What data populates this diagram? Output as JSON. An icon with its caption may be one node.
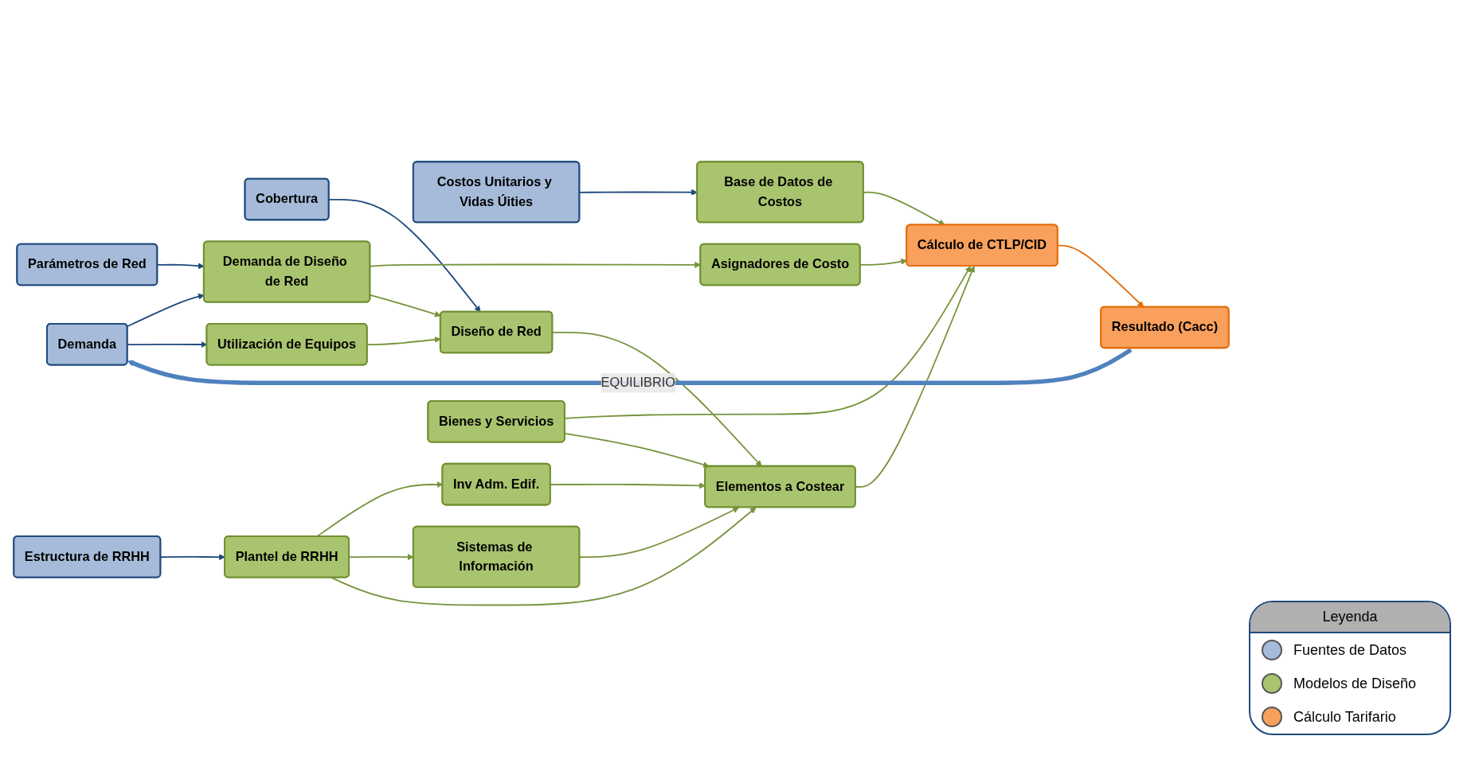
{
  "diagram": {
    "nodes": [
      {
        "text": [
          "Parámetros de Red"
        ]
      },
      {
        "text": [
          "Demanda"
        ]
      },
      {
        "text": [
          "Cobertura"
        ]
      },
      {
        "text": [
          "Estructura de RRHH"
        ]
      },
      {
        "text": [
          "Costos Unitarios y Vidas Úities"
        ]
      },
      {
        "text": [
          "Demanda de Diseño de Red"
        ]
      },
      {
        "text": [
          "Utilización de Equipos"
        ]
      },
      {
        "text": [
          "Plantel de RRHH"
        ]
      },
      {
        "text": [
          "Base de Datos de Costos"
        ]
      },
      {
        "text": [
          "Asignadores de Costo"
        ]
      },
      {
        "text": [
          "Diseño de Red"
        ]
      },
      {
        "text": [
          "Inv Adm. Edif."
        ]
      },
      {
        "text": [
          "Sistemas de Información"
        ]
      },
      {
        "text": [
          "Bienes y Servicios"
        ]
      },
      {
        "text": [
          "Cálculo de CTLP/CID"
        ]
      },
      {
        "text": [
          "Elementos a Costear"
        ]
      },
      {
        "text": [
          "Resultado (Cacc)"
        ]
      }
    ],
    "edges": [
      {
        "from": 0,
        "to": 5,
        "arrow": "to",
        "color": "#1f497d"
      },
      {
        "from": 1,
        "to": 5,
        "arrow": "to",
        "color": "#1f497d"
      },
      {
        "from": 1,
        "to": 6,
        "arrow": "to",
        "color": "#1f497d"
      },
      {
        "from": 2,
        "to": 10,
        "arrow": "to",
        "color": "#1f497d"
      },
      {
        "from": 3,
        "to": 7,
        "arrow": "to",
        "color": "#1f497d"
      },
      {
        "from": 4,
        "to": 8,
        "arrow": "to",
        "color": "#1f497d"
      },
      {
        "from": 5,
        "to": 9,
        "arrow": "to"
      },
      {
        "from": 5,
        "to": 10,
        "arrow": "to"
      },
      {
        "from": 6,
        "to": 10,
        "arrow": "to"
      },
      {
        "from": 7,
        "to": 11,
        "arrow": "to"
      },
      {
        "from": 7,
        "to": 12,
        "arrow": "to"
      },
      {
        "from": 7,
        "to": 15,
        "arrow": "to"
      },
      {
        "from": 8,
        "to": 14,
        "arrow": "to"
      },
      {
        "from": 9,
        "to": 14,
        "arrow": "to"
      },
      {
        "from": 10,
        "to": 15,
        "arrow": "to"
      },
      {
        "from": 11,
        "to": 15,
        "arrow": "to"
      },
      {
        "from": 12,
        "to": 15,
        "arrow": "to"
      },
      {
        "from": 13,
        "to": 14,
        "arrow": "to"
      },
      {
        "from": 13,
        "to": 15,
        "arrow": "to"
      },
      {
        "from": 15,
        "to": 14,
        "arrow": "to"
      },
      {
        "from": 14,
        "to": 16,
        "arrow": "to",
        "color": "#e36c09"
      },
      {
        "from": 16,
        "to": 1,
        "arrow": "to",
        "label": "EQUILIBRIO",
        "style": "thick",
        "color": "#4f81bd"
      }
    ],
    "labels": [
      "Leyenda"
    ],
    "legend": [
      {
        "text": "Fuentes de Datos",
        "color": "#a5bbd9"
      },
      {
        "text": "Modelos de Diseño",
        "color": "#a9c46e"
      },
      {
        "text": "Cálculo Tarifario",
        "color": "#f8a05c"
      }
    ]
  }
}
